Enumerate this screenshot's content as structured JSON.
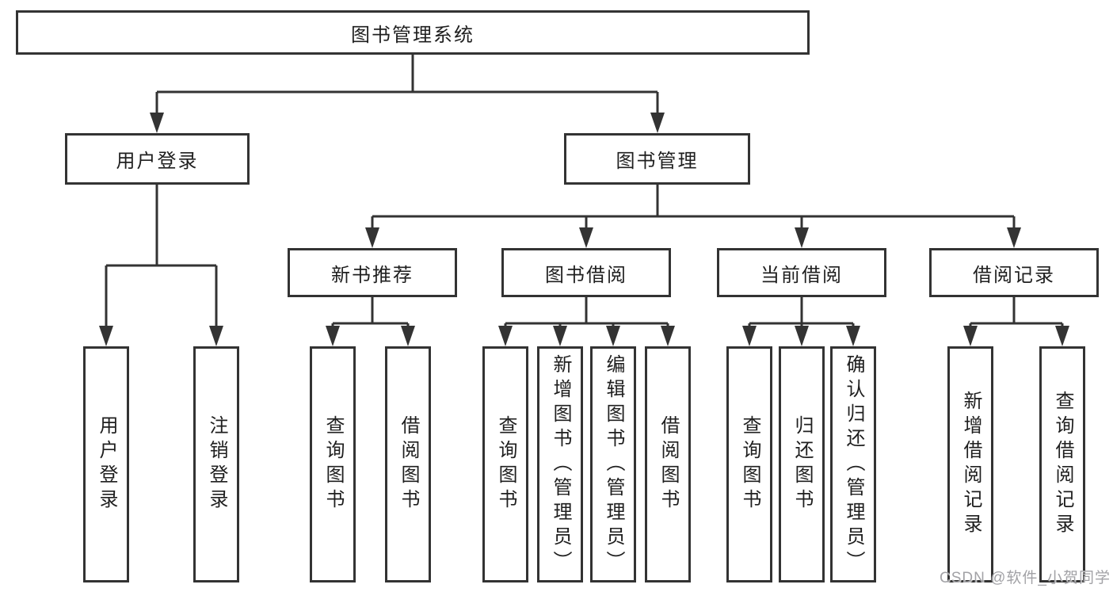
{
  "diagram": {
    "root": {
      "label": "图书管理系统",
      "children": [
        {
          "label": "用户登录",
          "children": [
            {
              "label": "用户登录"
            },
            {
              "label": "注销登录"
            }
          ]
        },
        {
          "label": "图书管理",
          "children": [
            {
              "label": "新书推荐",
              "children": [
                {
                  "label": "查询图书"
                },
                {
                  "label": "借阅图书"
                }
              ]
            },
            {
              "label": "图书借阅",
              "children": [
                {
                  "label": "查询图书"
                },
                {
                  "label": "新增图书（管理员）"
                },
                {
                  "label": "编辑图书（管理员）"
                },
                {
                  "label": "借阅图书"
                }
              ]
            },
            {
              "label": "当前借阅",
              "children": [
                {
                  "label": "查询图书"
                },
                {
                  "label": "归还图书"
                },
                {
                  "label": "确认归还（管理员）"
                }
              ]
            },
            {
              "label": "借阅记录",
              "children": [
                {
                  "label": "新增借阅记录"
                },
                {
                  "label": "查询借阅记录"
                }
              ]
            }
          ]
        }
      ]
    }
  },
  "watermark": {
    "text": "CSDN @软件_小贺同学"
  },
  "colors": {
    "line": "#333333",
    "box_border": "#333333",
    "text": "#1f1f1f",
    "background": "#ffffff",
    "watermark": "#a2a2a6"
  }
}
